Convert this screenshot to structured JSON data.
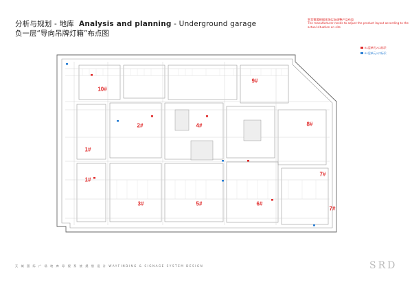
{
  "header": {
    "title_cn": "分析与规划 - 地库",
    "title_en_bold": "Analysis and planning",
    "title_en_rest": "- Underground garage",
    "subtitle": "负一层“导向吊牌灯箱”布点图"
  },
  "note": {
    "cn": "到货需要根据现场实际调整产品布局",
    "en": "The manufacturer needs to adjust the product layout according to the actual situation on site"
  },
  "legend": {
    "red_label": "B1层单元入口标识",
    "blue_label": "B1层单元入口标识",
    "red_color": "#e02b2b",
    "blue_color": "#2a7fd4"
  },
  "buildings": [
    {
      "label": "10#"
    },
    {
      "label": "9#"
    },
    {
      "label": "2#"
    },
    {
      "label": "4#"
    },
    {
      "label": "8#"
    },
    {
      "label": "1#"
    },
    {
      "label": "1#"
    },
    {
      "label": "7#"
    },
    {
      "label": "3#"
    },
    {
      "label": "5#"
    },
    {
      "label": "6#"
    },
    {
      "label": "7#"
    }
  ],
  "footer": {
    "text": "天 城 国 际 广 场 地 库 导 视 系 统 规 划 设 计   WAYFINDING & SIGNAGE SYSTEM DESIGN",
    "logo": "SRD"
  }
}
